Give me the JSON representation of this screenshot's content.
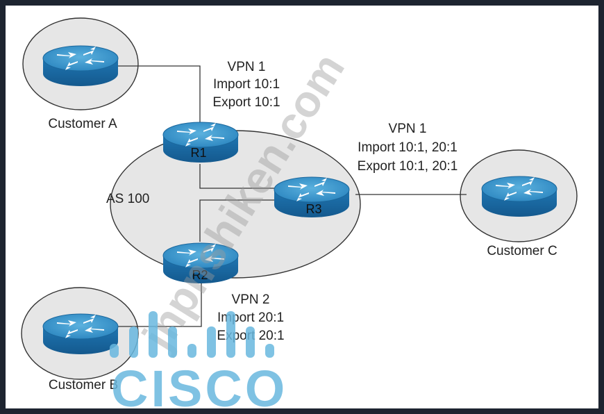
{
  "diagram": {
    "as_label": "AS 100",
    "routers": [
      {
        "id": "r1",
        "label": "R1"
      },
      {
        "id": "r2",
        "label": "R2"
      },
      {
        "id": "r3",
        "label": "R3"
      }
    ],
    "customers": [
      {
        "id": "a",
        "label": "Customer A"
      },
      {
        "id": "b",
        "label": "Customer B"
      },
      {
        "id": "c",
        "label": "Customer C"
      }
    ],
    "vpn_blocks": [
      {
        "id": "r1",
        "lines": [
          "VPN 1",
          "Import 10:1",
          "Export 10:1"
        ]
      },
      {
        "id": "r3",
        "lines": [
          "VPN 1",
          "Import 10:1, 20:1",
          "Export 10:1, 20:1"
        ]
      },
      {
        "id": "r2",
        "lines": [
          "VPN 2",
          "Import 20:1",
          "Export 20:1"
        ]
      }
    ]
  },
  "watermark": {
    "text": "jnpnshiken.com",
    "logo_text": "CISCO"
  },
  "colors": {
    "router_top": "#3d9bd0",
    "router_body": "#1a6aa4",
    "cloud_fill": "#e6e6e6",
    "line": "#333333",
    "frame": "#1d2430",
    "cisco_logo": "#69b8df"
  }
}
